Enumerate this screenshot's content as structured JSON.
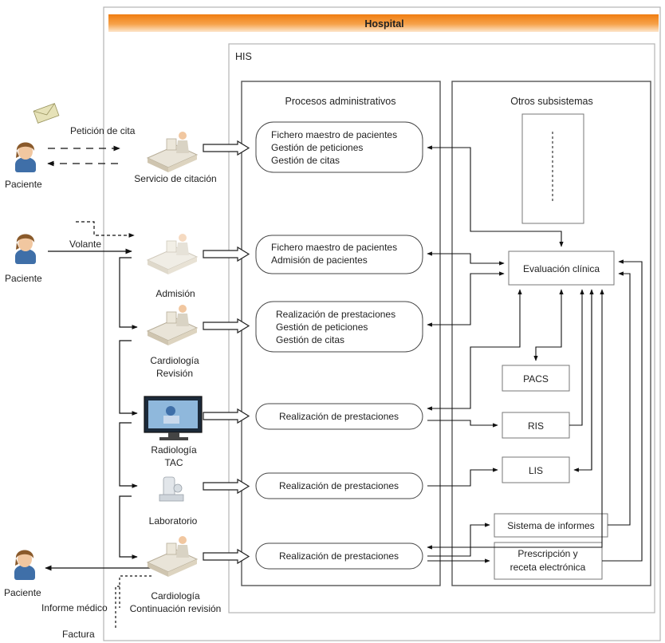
{
  "hospital": {
    "title": "Hospital"
  },
  "his": {
    "label": "HIS"
  },
  "panels": {
    "admin": {
      "title": "Procesos administrativos"
    },
    "others": {
      "title": "Otros subsistemas"
    }
  },
  "actors": [
    {
      "id": "paciente-1",
      "label": "Paciente"
    },
    {
      "id": "paciente-2",
      "label": "Paciente"
    },
    {
      "id": "paciente-3",
      "label": "Paciente"
    }
  ],
  "flows": {
    "peticion": "Petición de cita",
    "volante": "Volante",
    "informe": "Informe médico",
    "factura": "Factura"
  },
  "services": {
    "citacion": {
      "label": "Servicio de citación"
    },
    "admision": {
      "label": "Admisión"
    },
    "cardio_rev": {
      "line1": "Cardiología",
      "line2": "Revisión"
    },
    "radiologia": {
      "line1": "Radiología",
      "line2": "TAC"
    },
    "laboratorio": {
      "label": "Laboratorio"
    },
    "cardio_cont": {
      "line1": "Cardiología",
      "line2": "Continuación revisión"
    }
  },
  "processes": {
    "p1": {
      "lines": [
        "Fichero maestro de pacientes",
        "Gestión de peticiones",
        "Gestión de citas"
      ]
    },
    "p2": {
      "lines": [
        "Fichero maestro de pacientes",
        "Admisión de pacientes"
      ]
    },
    "p3": {
      "lines": [
        "Realización de prestaciones",
        "Gestión de peticiones",
        "Gestión de citas"
      ]
    },
    "p4": {
      "lines": [
        "Realización de prestaciones"
      ]
    },
    "p5": {
      "lines": [
        "Realización de prestaciones"
      ]
    },
    "p6": {
      "lines": [
        "Realización de prestaciones"
      ]
    }
  },
  "subsystems": {
    "evaluacion": "Evaluación clínica",
    "pacs": "PACS",
    "ris": "RIS",
    "lis": "LIS",
    "informes": "Sistema de informes",
    "prescripcion_l1": "Prescripción y",
    "prescripcion_l2": "receta electrónica"
  },
  "colors": {
    "banner_top": "#f08a1c",
    "banner_bottom": "#fde3c4",
    "frame": "#b0b0b0",
    "panel_border": "#555555",
    "arrow": "#111111"
  }
}
